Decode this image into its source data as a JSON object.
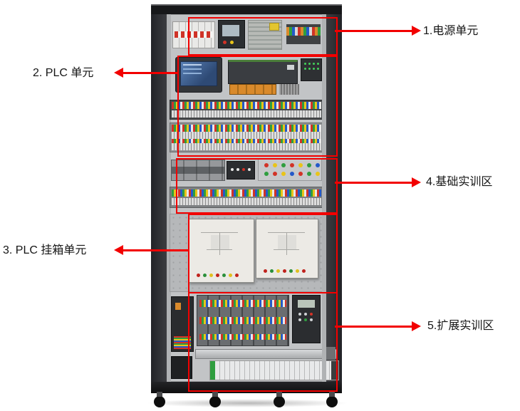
{
  "figure": {
    "type": "annotated-equipment-photo",
    "subject": "PLC training cabinet"
  },
  "annotations": {
    "accent_color": "#F20000",
    "labels": [
      {
        "id": "1",
        "text": "1.电源单元",
        "side": "right"
      },
      {
        "id": "2",
        "text": "2. PLC 单元",
        "side": "left"
      },
      {
        "id": "3",
        "text": "3. PLC 挂箱单元",
        "side": "left"
      },
      {
        "id": "4",
        "text": "4.基础实训区",
        "side": "right"
      },
      {
        "id": "5",
        "text": "5.扩展实训区",
        "side": "right"
      }
    ]
  }
}
